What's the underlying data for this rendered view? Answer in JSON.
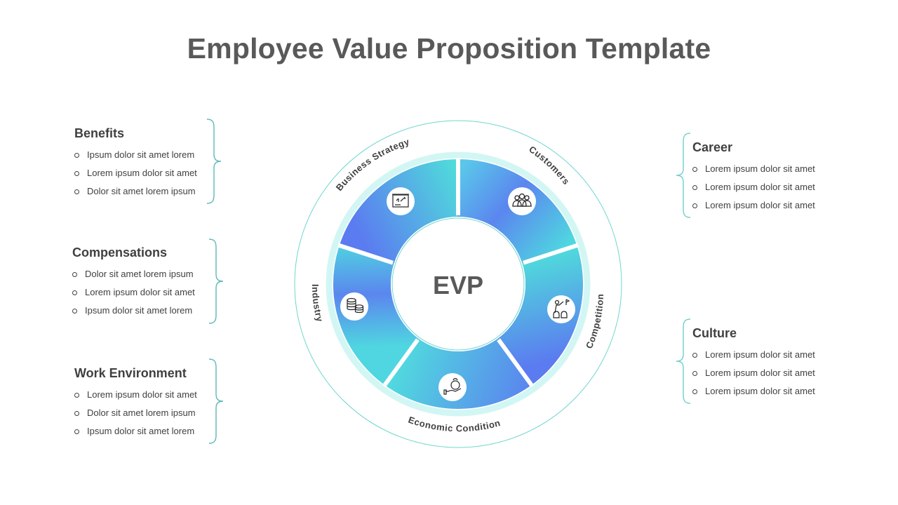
{
  "title": "Employee Value Proposition Template",
  "center_label": "EVP",
  "colors": {
    "accent_teal": "#4fd9d6",
    "accent_blue": "#5b7cf0",
    "outline_teal": "#5cc6c4",
    "title_gray": "#595959",
    "text_dark": "#404040"
  },
  "left_blocks": [
    {
      "heading": "Benefits",
      "items": [
        "Ipsum dolor sit amet lorem",
        "Lorem ipsum dolor sit amet",
        "Dolor sit amet lorem ipsum"
      ]
    },
    {
      "heading": "Compensations",
      "items": [
        "Dolor sit amet lorem ipsum",
        "Lorem ipsum dolor sit amet",
        "Ipsum dolor sit amet lorem"
      ]
    },
    {
      "heading": "Work Environment",
      "items": [
        "Lorem ipsum dolor sit amet",
        "Dolor sit amet lorem ipsum",
        "Ipsum dolor sit amet lorem"
      ]
    }
  ],
  "right_blocks": [
    {
      "heading": "Career",
      "items": [
        "Lorem ipsum dolor sit amet",
        "Lorem ipsum dolor sit amet",
        "Lorem ipsum dolor sit amet"
      ]
    },
    {
      "heading": "Culture",
      "items": [
        "Lorem ipsum dolor sit amet",
        "Lorem ipsum dolor sit amet",
        "Lorem ipsum dolor sit amet"
      ]
    }
  ],
  "wheel_segments": [
    {
      "label": "Business Strategy",
      "icon": "presentation-board-icon"
    },
    {
      "label": "Customers",
      "icon": "people-group-icon"
    },
    {
      "label": "Competition",
      "icon": "leader-team-flag-icon"
    },
    {
      "label": "Economic Condition",
      "icon": "money-bag-hand-icon"
    },
    {
      "label": "Industry",
      "icon": "coin-stacks-icon"
    }
  ]
}
